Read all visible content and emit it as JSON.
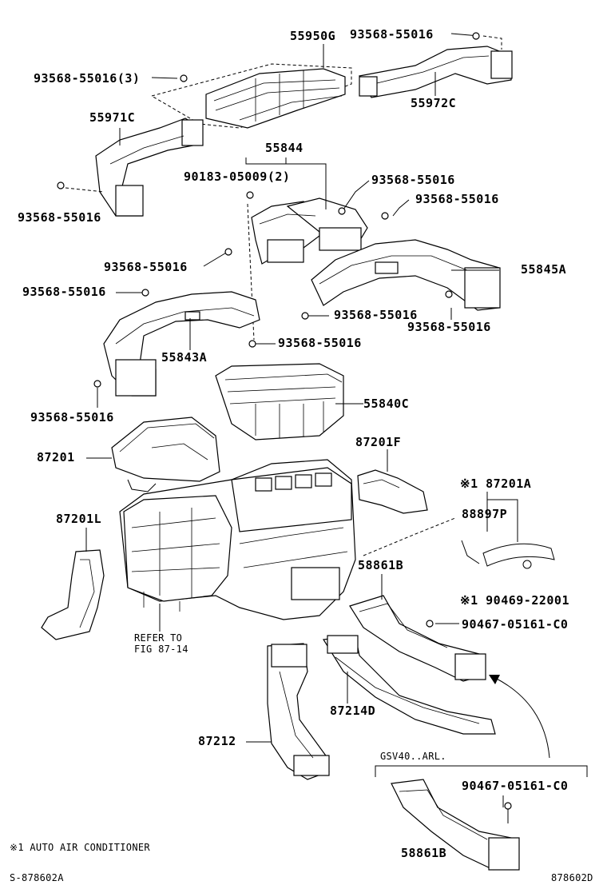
{
  "diagram": {
    "labels": [
      {
        "id": "p55950g",
        "text": "55950G"
      },
      {
        "id": "p93568_top_right",
        "text": "93568-55016"
      },
      {
        "id": "p93568_x3",
        "text": "93568-55016(3)"
      },
      {
        "id": "p55972c",
        "text": "55972C"
      },
      {
        "id": "p55971c",
        "text": "55971C"
      },
      {
        "id": "p55844",
        "text": "55844"
      },
      {
        "id": "p90183",
        "text": "90183-05009(2)"
      },
      {
        "id": "p93568_a",
        "text": "93568-55016"
      },
      {
        "id": "p93568_b",
        "text": "93568-55016"
      },
      {
        "id": "p93568_left1",
        "text": "93568-55016"
      },
      {
        "id": "p93568_mid",
        "text": "93568-55016"
      },
      {
        "id": "p55845a",
        "text": "55845A"
      },
      {
        "id": "p93568_left2",
        "text": "93568-55016"
      },
      {
        "id": "p93568_c",
        "text": "93568-55016"
      },
      {
        "id": "p93568_d",
        "text": "93568-55016"
      },
      {
        "id": "p93568_e",
        "text": "93568-55016"
      },
      {
        "id": "p55843a",
        "text": "55843A"
      },
      {
        "id": "p93568_f",
        "text": "93568-55016"
      },
      {
        "id": "p55840c",
        "text": "55840C"
      },
      {
        "id": "p87201",
        "text": "87201"
      },
      {
        "id": "p87201f",
        "text": "87201F"
      },
      {
        "id": "p87201a",
        "text": "※1 87201A"
      },
      {
        "id": "p88897p",
        "text": "88897P"
      },
      {
        "id": "p87201l",
        "text": "87201L"
      },
      {
        "id": "p58861b_a",
        "text": "58861B"
      },
      {
        "id": "p90469",
        "text": "※1 90469-22001"
      },
      {
        "id": "p90467_a",
        "text": "90467-05161-C0"
      },
      {
        "id": "p87214d",
        "text": "87214D"
      },
      {
        "id": "p87212",
        "text": "87212"
      },
      {
        "id": "p90467_b",
        "text": "90467-05161-C0"
      },
      {
        "id": "p58861b_b",
        "text": "58861B"
      }
    ],
    "refer_line1": "REFER TO",
    "refer_line2": "FIG 87-14",
    "variant_note": "GSV40..ARL.",
    "footnote": "※1 AUTO AIR CONDITIONER",
    "code_left": "S-878602A",
    "code_right": "878602D"
  }
}
